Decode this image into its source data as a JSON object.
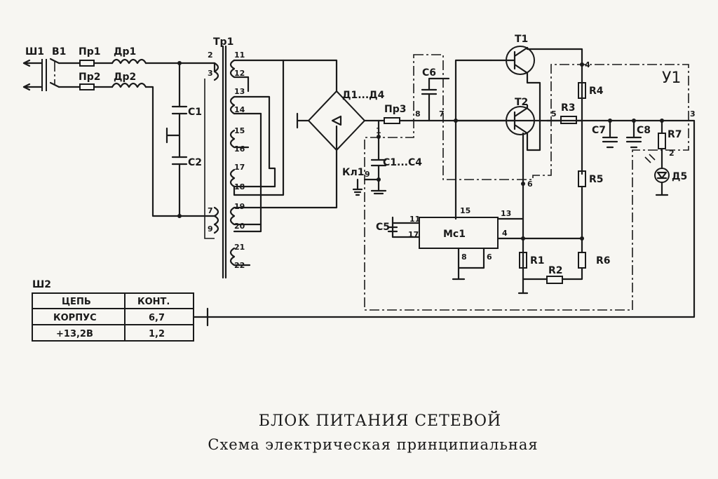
{
  "caption": {
    "title": "БЛОК ПИТАНИЯ СЕТЕВОЙ",
    "subtitle": "Схема электрическая принципиальная"
  },
  "labels": {
    "sh1": "Ш1",
    "v1": "В1",
    "pr1": "Пр1",
    "pr2": "Пр2",
    "dr1": "Др1",
    "dr2": "Др2",
    "c1": "С1",
    "c2": "С2",
    "tr1": "Тр1",
    "w2": "2",
    "w3": "3",
    "w7": "7",
    "w9": "9",
    "w11": "11",
    "w12": "12",
    "w13": "13",
    "w14": "14",
    "w15": "15",
    "w16": "16",
    "w17": "17",
    "w18": "18",
    "w19": "19",
    "w20": "20",
    "w21": "21",
    "w22": "22",
    "bridge": "Д1...Д4",
    "pr3": "Пр3",
    "c6": "С6",
    "c1c4": "С1...С4",
    "kl1": "Кл1",
    "t1": "Т1",
    "t2": "Т2",
    "r3": "R3",
    "r4": "R4",
    "r5": "R5",
    "r6": "R6",
    "r1": "R1",
    "r2": "R2",
    "r7": "R7",
    "c7": "С7",
    "c8": "С8",
    "d5": "Д5",
    "u1": "У1",
    "c5": "С5",
    "mc1": "Мс1",
    "p1": "1",
    "p2": "2",
    "p3": "3",
    "p4": "4",
    "p5": "5",
    "p6": "6",
    "p7": "7",
    "p8": "8",
    "p9": "9",
    "m11": "11",
    "m15": "15",
    "m13": "13",
    "m17": "17",
    "m4": "4",
    "m8": "8",
    "m6": "6",
    "sh2": "Ш2"
  },
  "table": {
    "headers": [
      "ЦЕПЬ",
      "КОНТ."
    ],
    "rows": [
      [
        "КОРПУС",
        "6,7"
      ],
      [
        "+13,2В",
        "1,2"
      ]
    ]
  }
}
